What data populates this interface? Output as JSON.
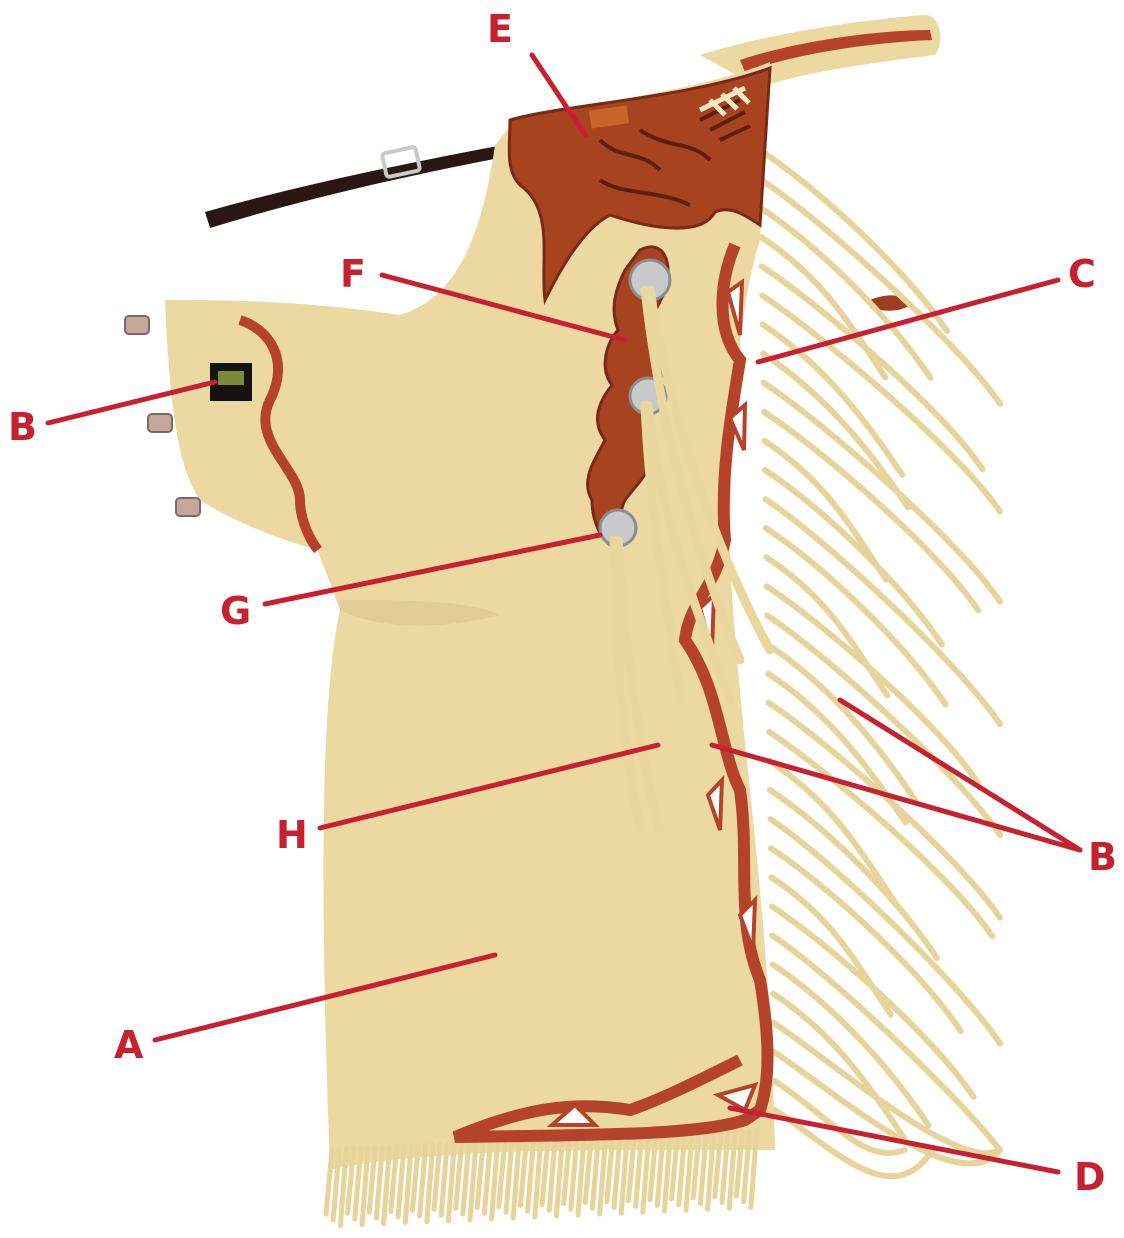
{
  "colors": {
    "leather": "#ecd9a2",
    "leather_shade": "#dcc48a",
    "trim": "#b5432a",
    "tooling": "#9c3e1f",
    "callout": "#c8202f",
    "belt": "#2a1714",
    "concho": "#c7c9cb"
  },
  "callouts": [
    {
      "id": "e",
      "label": "E"
    },
    {
      "id": "f",
      "label": "F"
    },
    {
      "id": "c",
      "label": "C"
    },
    {
      "id": "b1",
      "label": "B"
    },
    {
      "id": "g",
      "label": "G"
    },
    {
      "id": "h",
      "label": "H"
    },
    {
      "id": "b2",
      "label": "B"
    },
    {
      "id": "a",
      "label": "A"
    },
    {
      "id": "d",
      "label": "D"
    }
  ],
  "icons": [
    "chaps-illustration",
    "belt-buckle-icon",
    "concho-icon"
  ]
}
